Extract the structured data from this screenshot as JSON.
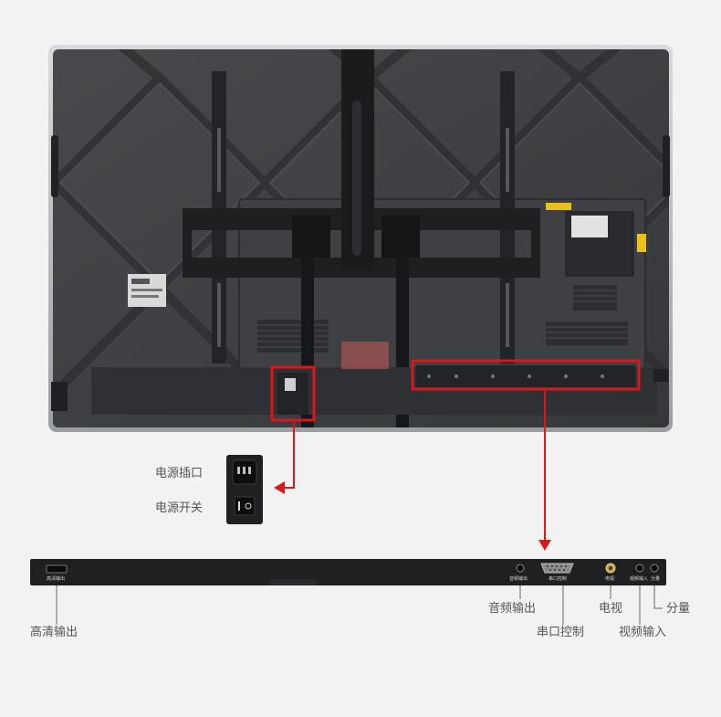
{
  "labels": {
    "power_socket": "电源插口",
    "power_switch": "电源开关",
    "hdmi_out": "高清输出",
    "audio_out": "音频输出",
    "serial_control": "串口控制",
    "tv": "电视",
    "video_in": "视频输入",
    "component": "分量"
  },
  "strip_labels": {
    "hdmi": "高清输出",
    "audio": "音频输出",
    "serial": "串口控制",
    "tv": "电视",
    "video": "视频输入",
    "component": "分量"
  },
  "colors": {
    "highlight": "#d8191c",
    "panel": "#3b3d40",
    "frame": "#bfc2c6",
    "strip": "#1f2022",
    "label_text": "#555555"
  }
}
